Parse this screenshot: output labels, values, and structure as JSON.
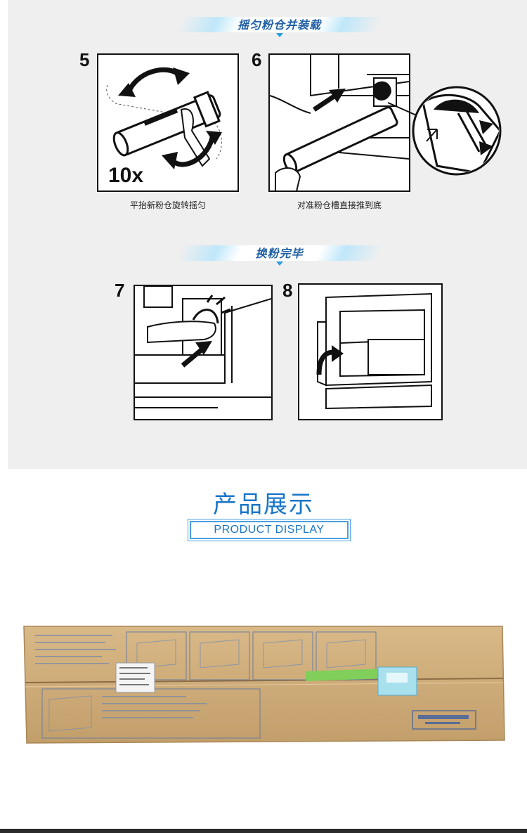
{
  "sections": {
    "install_header": "摇匀粉仓并装载",
    "finish_header": "换粉完毕"
  },
  "steps": [
    {
      "num": "5",
      "caption": "平抬新粉仓旋转摇匀",
      "overlay": "10x"
    },
    {
      "num": "6",
      "caption": "对准粉仓槽直接推到底"
    },
    {
      "num": "7"
    },
    {
      "num": "8"
    }
  ],
  "product": {
    "title": "产品展示",
    "subtitle": "PRODUCT DISPLAY"
  },
  "colors": {
    "accent_blue": "#1976c8",
    "ribbon_blue": "#bfe7fa",
    "panel_gray": "#efefef",
    "cardboard": "#c9a777"
  }
}
